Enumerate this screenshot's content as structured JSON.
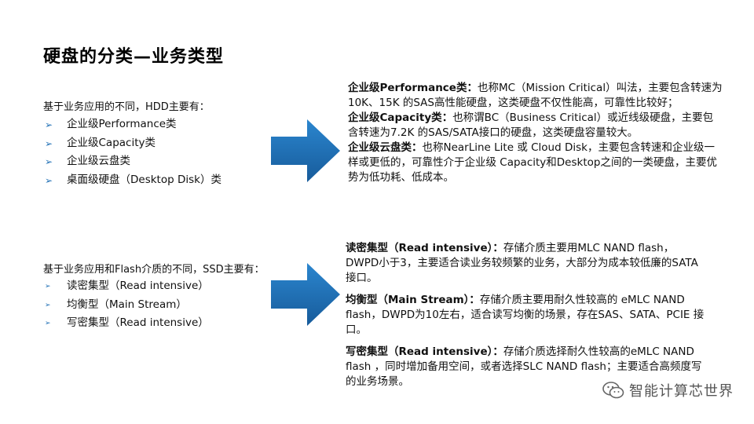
{
  "slide": {
    "title": "硬盘的分类—业务类型",
    "hdd": {
      "lead": "基于业务应用的不同，HDD主要有：",
      "items": [
        "企业级Performance类",
        "企业级Capacity类",
        "企业级云盘类",
        "桌面级硬盘（Desktop Disk）类"
      ],
      "desc": [
        {
          "term": "企业级Performance类",
          "sep": "：",
          "text": "也称MC（Mission Critical）叫法，主要包含转速为10K、15K 的SAS高性能硬盘，这类硬盘不仅性能高，可靠性比较好；"
        },
        {
          "term": "企业级Capacity类",
          "sep": "：",
          "text": "也称谓BC（Business Critical）或近线级硬盘，主要包含转速为7.2K 的SAS/SATA接口的硬盘，这类硬盘容量较大。"
        },
        {
          "term": "企业级云盘类",
          "sep": "：",
          "text": "也称NearLine Lite 或 Cloud Disk，主要包含转速和企业级一样或更低的，可靠性介于企业级 Capacity和Desktop之间的一类硬盘，主要优势为低功耗、低成本。"
        }
      ]
    },
    "ssd": {
      "lead": "基于业务应用和Flash介质的不同，SSD主要有：",
      "items": [
        "读密集型（Read intensive）",
        "均衡型（Main Stream）",
        "写密集型（Read intensive）"
      ],
      "desc": [
        {
          "term": "读密集型（Read intensive）",
          "sep": "：",
          "text": "存储介质主要用MLC NAND flash，DWPD小于3，主要适合读业务较频繁的业务，大部分为成本较低廉的SATA接口。"
        },
        {
          "term": "均衡型（Main Stream）",
          "sep": "：",
          "text": "存储介质主要用耐久性较高的 eMLC NAND flash，DWPD为10左右，适合读写均衡的场景，存在SAS、SATA、PCIE 接口。"
        },
        {
          "term": "写密集型（Read intensive）",
          "sep": "：",
          "text": "存储介质选择耐久性较高的eMLC NAND flash ，同时增加备用空间，或者选择SLC NAND flash；主要适合高频度写的业务场景。"
        }
      ]
    },
    "watermark": "智能计算芯世界",
    "colors": {
      "arrow": "#1f6fb5",
      "bullet": "#1f6fb5"
    }
  }
}
